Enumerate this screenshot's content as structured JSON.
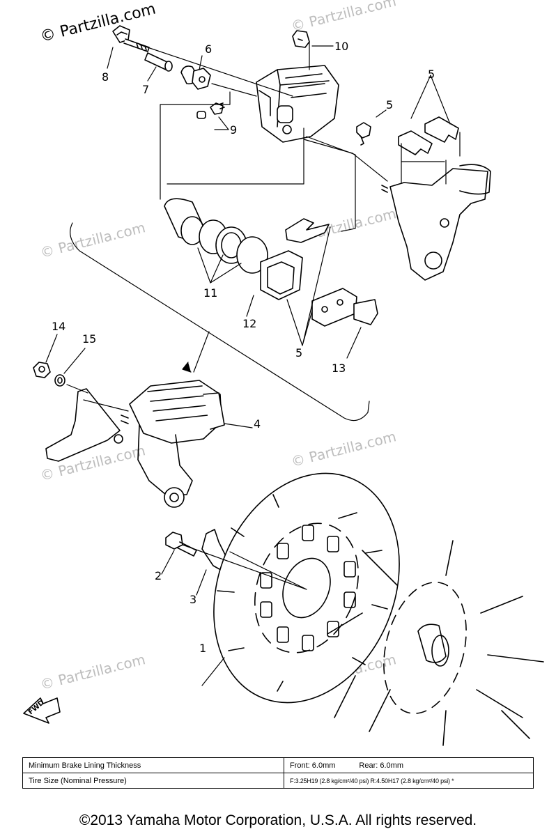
{
  "watermarks": {
    "top_left": "© Partzilla.com",
    "faded": "© Partzilla.com"
  },
  "callouts": [
    "1",
    "2",
    "3",
    "4",
    "5",
    "5",
    "5",
    "6",
    "7",
    "8",
    "9",
    "10",
    "11",
    "12",
    "13",
    "14",
    "15"
  ],
  "fwd_arrow_label": "FWD",
  "spec_table": {
    "rows": [
      {
        "label": "Minimum Brake Lining Thickness",
        "front": "Front: 6.0mm",
        "rear": "Rear: 6.0mm"
      },
      {
        "label": "Tire Size (Nominal Pressure)",
        "value": "F:3.25H19 (2.8 kg/cm²/40 psi)  R:4.50H17 (2.8 kg/cm²/40 psi) *"
      }
    ]
  },
  "copyright": "©2013  Yamaha Motor Corporation, U.S.A. All rights reserved."
}
